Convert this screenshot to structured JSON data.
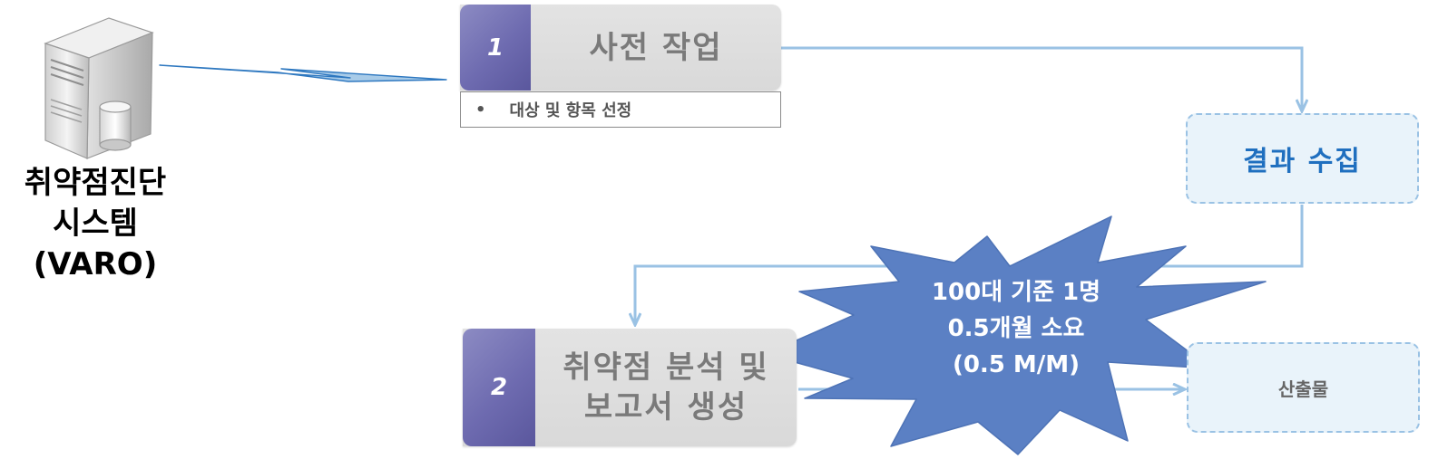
{
  "server": {
    "icon": "server-icon",
    "label_lines": [
      "취약점진단",
      "시스템",
      "(VARO)"
    ]
  },
  "steps": [
    {
      "number": "1",
      "title": "사전 작업",
      "subtask": "대상 및 항목 선정"
    },
    {
      "number": "2",
      "title_lines": [
        "취약점 분석 및",
        "보고서 생성"
      ]
    }
  ],
  "result_box": {
    "label": "결과 수집"
  },
  "output_box": {
    "label": "산출물"
  },
  "burst": {
    "lines": [
      "100대 기준 1명",
      "0.5개월 소요",
      "(0.5 M/M)"
    ],
    "color": "#5b80c4"
  },
  "colors": {
    "arrow": "#9ac2e4",
    "dashed_border": "#9ac2e4",
    "dashed_fill": "#e9f3fa",
    "step_badge": "#6e6bb0",
    "step_body": "#dedede",
    "accent_text": "#1f6fbf"
  }
}
